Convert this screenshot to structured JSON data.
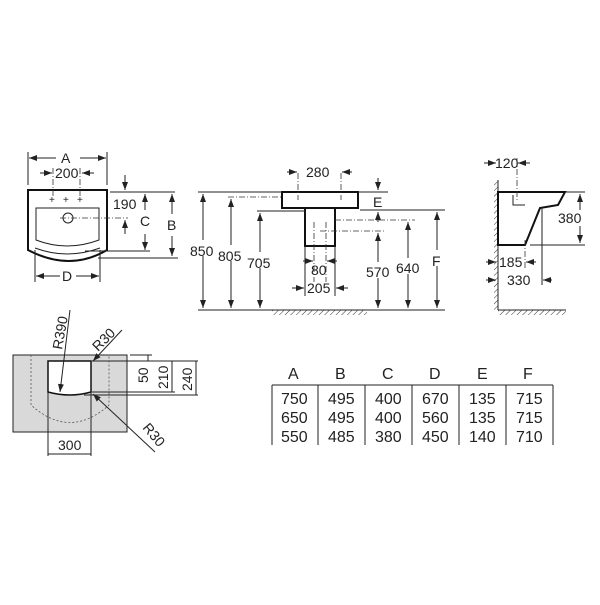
{
  "plan_view": {
    "width_label": "A",
    "tap_spacing": "200",
    "tap_depth": "190",
    "c_label": "C",
    "b_label": "B",
    "d_label": "D"
  },
  "front_view": {
    "tap_spacing": "280",
    "height_top": "850",
    "height_rim": "805",
    "height_under": "705",
    "e_label": "E",
    "f_label": "F",
    "h570": "570",
    "h640": "640",
    "w80": "80",
    "w205": "205"
  },
  "side_view": {
    "d120": "120",
    "h380": "380",
    "d185": "185",
    "d330": "330"
  },
  "cutout_view": {
    "r390": "R390",
    "r30_top": "R30",
    "r30_bottom": "R30",
    "d50": "50",
    "d210": "210",
    "d240": "240",
    "w300": "300"
  },
  "dimension_table": {
    "headers": [
      "A",
      "B",
      "C",
      "D",
      "E",
      "F"
    ],
    "rows": [
      [
        "750",
        "495",
        "400",
        "670",
        "135",
        "715"
      ],
      [
        "650",
        "495",
        "400",
        "560",
        "135",
        "715"
      ],
      [
        "550",
        "485",
        "380",
        "450",
        "140",
        "710"
      ]
    ]
  }
}
